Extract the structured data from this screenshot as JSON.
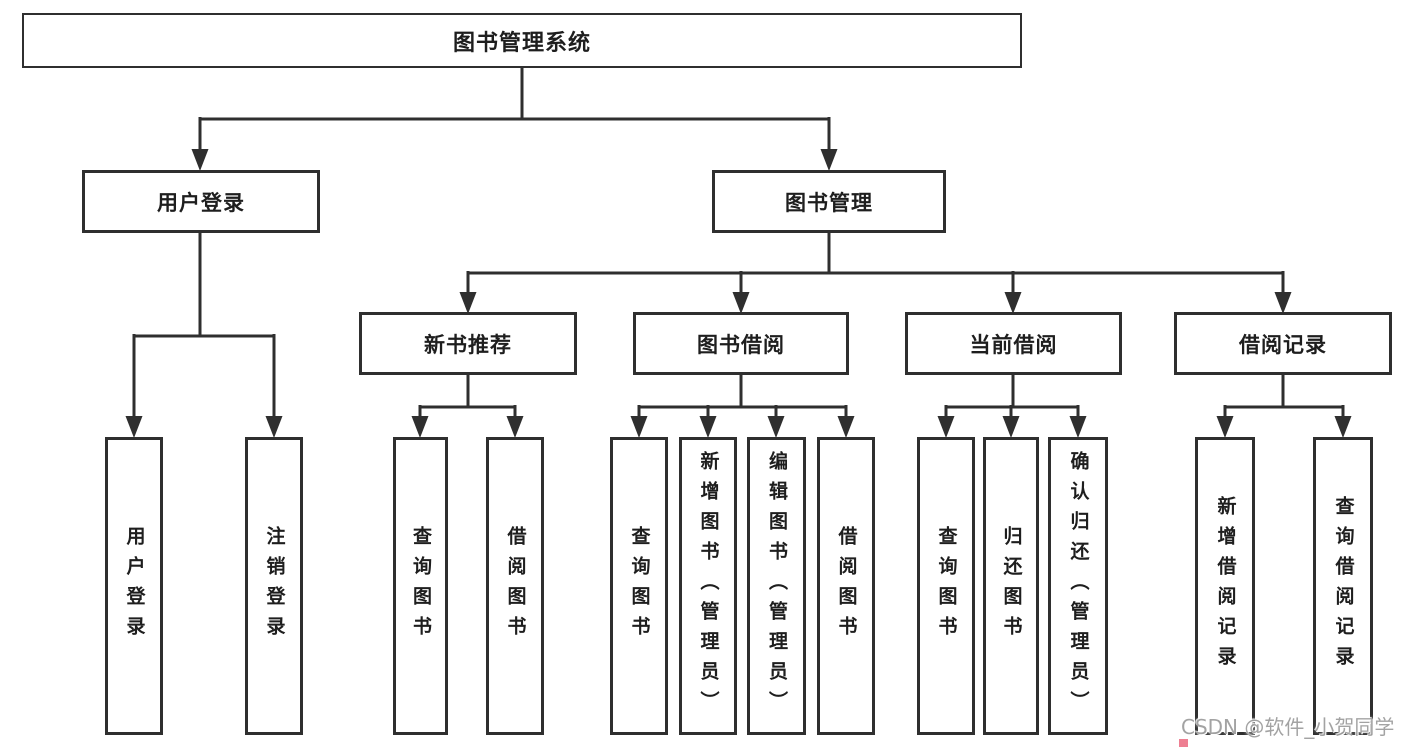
{
  "tree": {
    "root": {
      "label": "图书管理系统",
      "children": [
        {
          "label": "用户登录",
          "children": [
            {
              "label": "用户登录"
            },
            {
              "label": "注销登录"
            }
          ]
        },
        {
          "label": "图书管理",
          "children": [
            {
              "label": "新书推荐",
              "children": [
                {
                  "label": "查询图书"
                },
                {
                  "label": "借阅图书"
                }
              ]
            },
            {
              "label": "图书借阅",
              "children": [
                {
                  "label": "查询图书"
                },
                {
                  "label": "新增图书（管理员）"
                },
                {
                  "label": "编辑图书（管理员）"
                },
                {
                  "label": "借阅图书"
                }
              ]
            },
            {
              "label": "当前借阅",
              "children": [
                {
                  "label": "查询图书"
                },
                {
                  "label": "归还图书"
                },
                {
                  "label": "确认归还（管理员）"
                }
              ]
            },
            {
              "label": "借阅记录",
              "children": [
                {
                  "label": "新增借阅记录"
                },
                {
                  "label": "查询借阅记录"
                }
              ]
            }
          ]
        }
      ]
    }
  },
  "watermark": {
    "text": "CSDN @软件_小贺同学"
  },
  "colors": {
    "line": "#2f2f2f",
    "box_border": "#2f2f2f",
    "box_background": "#ffffff",
    "text": "#1e1e1e",
    "watermark_text": "#9b9b9b",
    "watermark_accent": "#ee7f92"
  }
}
